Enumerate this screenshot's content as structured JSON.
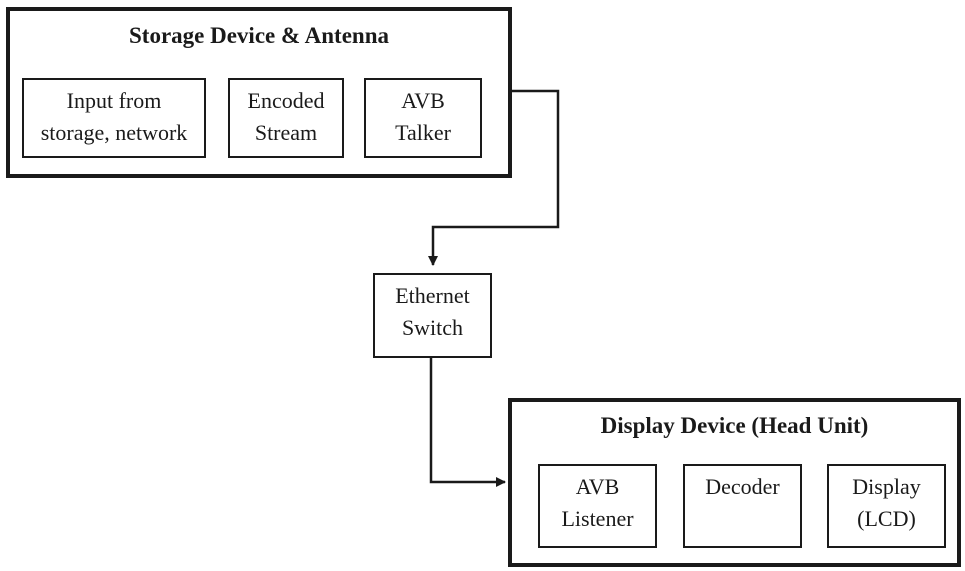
{
  "storage_group": {
    "title": "Storage Device & Antenna",
    "boxes": [
      {
        "line1": "Input from",
        "line2": "storage, network"
      },
      {
        "line1": "Encoded",
        "line2": "Stream"
      },
      {
        "line1": "AVB",
        "line2": "Talker"
      }
    ]
  },
  "switch": {
    "line1": "Ethernet",
    "line2": "Switch"
  },
  "display_group": {
    "title": "Display Device (Head Unit)",
    "boxes": [
      {
        "line1": "AVB",
        "line2": "Listener"
      },
      {
        "line1": "Decoder",
        "line2": ""
      },
      {
        "line1": "Display",
        "line2": "(LCD)"
      }
    ]
  },
  "colors": {
    "stroke": "#1a1a1a",
    "background": "#ffffff"
  }
}
